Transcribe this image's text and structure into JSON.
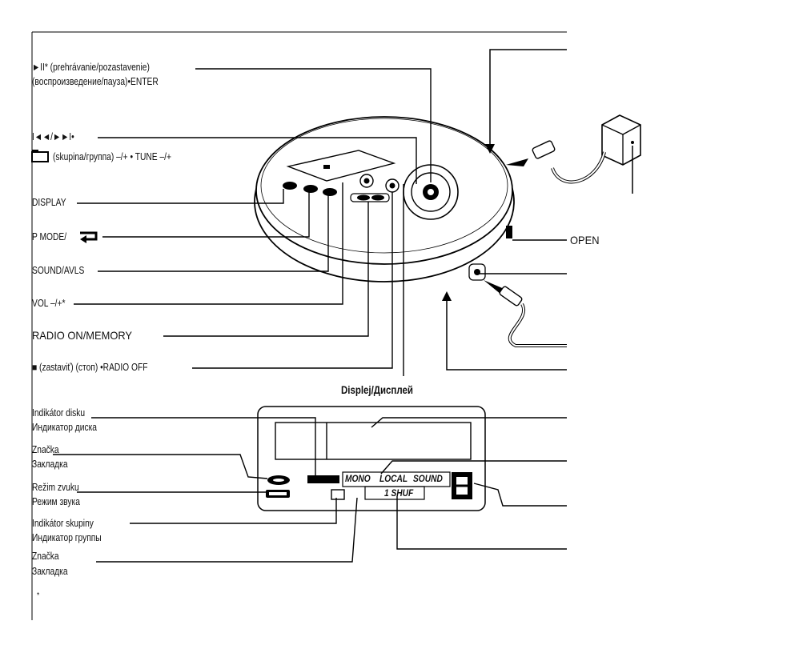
{
  "labels": {
    "play_pause": "►II* (prehrávanie/pozastavenie)",
    "play_pause_ru": "(воспроизведение/пауза)•ENTER",
    "skip": "I◄◄/►►I•",
    "group_tune": "(skupina/группа) –/+ • TUNE –/+",
    "display": "DISPLAY",
    "p_mode": "P MODE/",
    "sound_avls": "SOUND/AVLS",
    "vol": "VOL –/+*",
    "radio_memory": "RADIO ON/MEMORY",
    "stop_radio_off": "■ (zastaviť) (стоп) •RADIO OFF",
    "display_heading": "Displej/Дисплей",
    "open": "OPEN",
    "disc_indicator_sk": "Indikátor disku",
    "disc_indicator_ru": "Индикатор диска",
    "mark1_sk": "Značka",
    "mark1_ru": "Закладка",
    "sound_mode_sk": "Režim zvuku",
    "sound_mode_ru": "Режим звука",
    "group_indicator_sk": "Indikátor skupiny",
    "group_indicator_ru": "Индикатор группы",
    "mark2_sk": "Značka",
    "mark2_ru": "Закладка",
    "footnote": "*"
  },
  "lcd": {
    "mono": "MONO",
    "local": "LOCAL",
    "sound": "SOUND",
    "track": "1 SHUF",
    "digit": "8"
  }
}
